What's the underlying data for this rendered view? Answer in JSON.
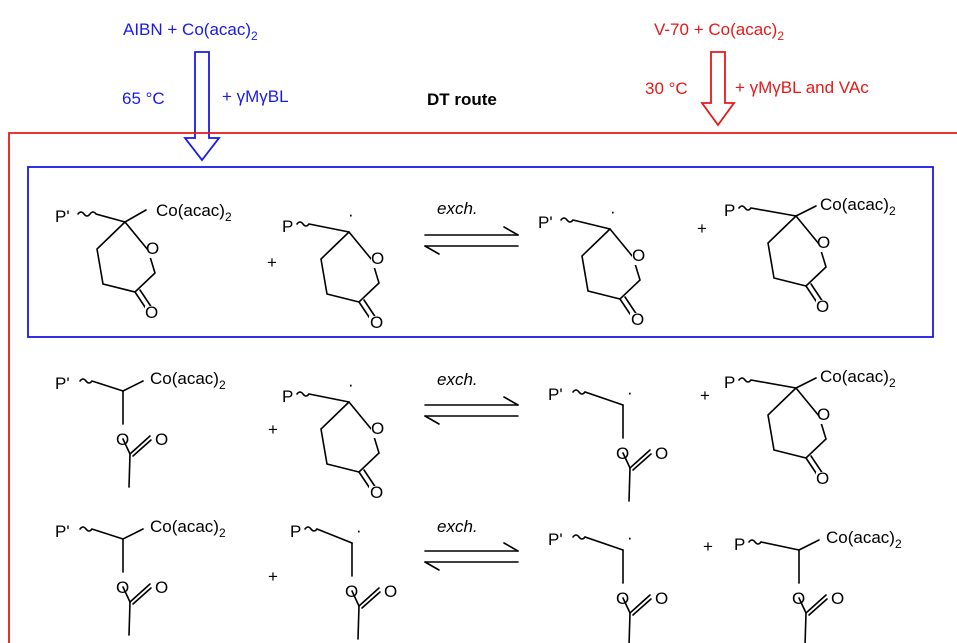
{
  "conditions": {
    "left": {
      "reagents": "AIBN + Co(acac)",
      "reagents_sub": "2",
      "temperature": "65 °C",
      "additive": "+ γMγBL",
      "color": "#1a1ae6"
    },
    "right": {
      "reagents": "V-70 + Co(acac)",
      "reagents_sub": "2",
      "temperature": "30 °C",
      "additive": "+ γMγBL and VAc",
      "color": "#e61919"
    }
  },
  "route_label": "DT route",
  "exchange_label": "exch.",
  "labels": {
    "p_prime": "P'",
    "p": "P",
    "cobalt": "Co(acac)",
    "cobalt_sub": "2",
    "oxygen": "O",
    "plus": "+",
    "radical_dot": "·"
  },
  "reactions": [
    {
      "left_a": "P'-γMγBL-Co(acac)2",
      "left_b": "P-γMγBL•",
      "right_a": "P'-γMγBL•",
      "right_b": "P-γMγBL-Co(acac)2"
    },
    {
      "left_a": "P'-VAc-Co(acac)2",
      "left_b": "P-γMγBL•",
      "right_a": "P'-VAc•",
      "right_b": "P-γMγBL-Co(acac)2"
    },
    {
      "left_a": "P'-VAc-Co(acac)2",
      "left_b": "P-VAc•",
      "right_a": "P'-VAc•",
      "right_b": "P-VAc-Co(acac)2"
    }
  ]
}
